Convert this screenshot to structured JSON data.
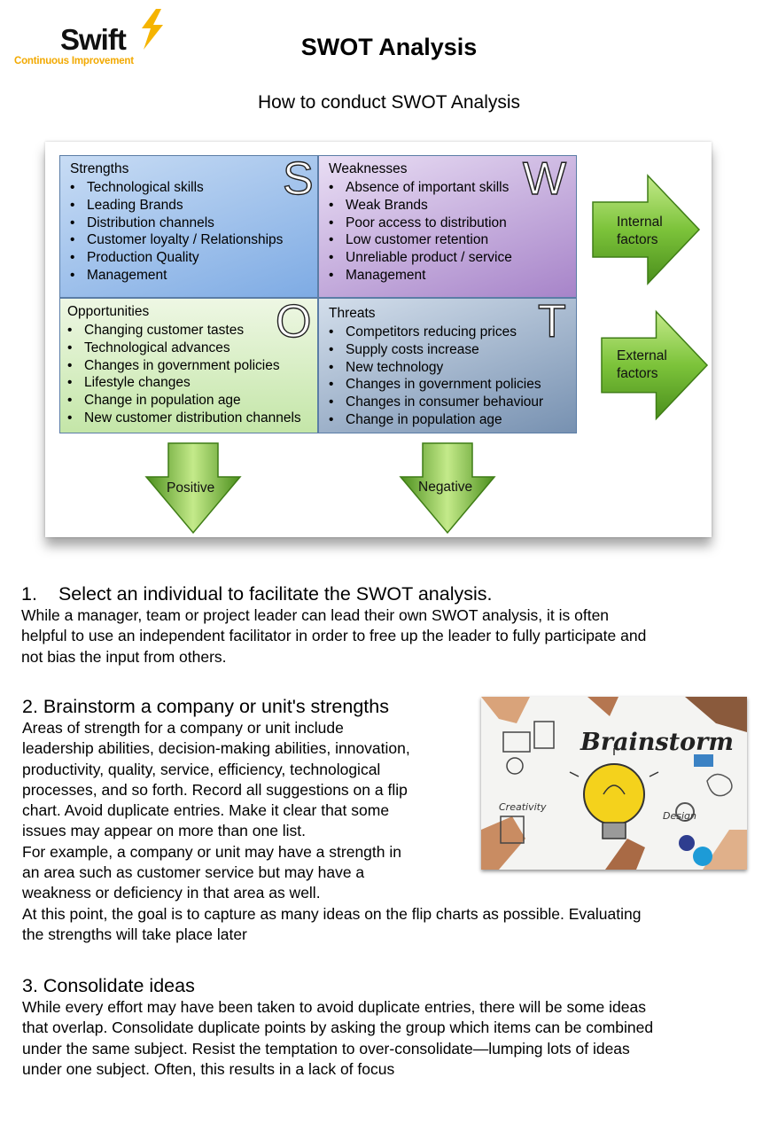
{
  "logo": {
    "brand": "Swift",
    "tagline": "Continuous Improvement"
  },
  "title": "SWOT Analysis",
  "subtitle": "How to conduct SWOT Analysis",
  "swot": {
    "strengths": {
      "heading": "Strengths",
      "letter": "S",
      "items": [
        "Technological skills",
        "Leading Brands",
        "Distribution channels",
        "Customer loyalty / Relationships",
        "Production Quality",
        "Management"
      ]
    },
    "weaknesses": {
      "heading": "Weaknesses",
      "letter": "W",
      "items": [
        "Absence of important skills",
        "Weak Brands",
        "Poor access to distribution",
        "Low customer retention",
        "Unreliable product / service",
        "Management"
      ]
    },
    "opportunities": {
      "heading": "Opportunities",
      "letter": "O",
      "items": [
        "Changing customer tastes",
        "Technological advances",
        "Changes in government policies",
        "Lifestyle changes",
        "Change in population age",
        "New customer distribution channels"
      ]
    },
    "threats": {
      "heading": "Threats",
      "letter": "T",
      "items": [
        "Competitors reducing prices",
        "Supply costs increase",
        "New technology",
        "Changes in government policies",
        "Changes in consumer behaviour",
        "Change in population age"
      ]
    },
    "arrows": {
      "internal": [
        "Internal",
        "factors"
      ],
      "external": [
        "External",
        "factors"
      ],
      "positive": "Positive",
      "negative": "Negative"
    },
    "colors": {
      "arrow_green": "#5aa321",
      "arrow_light": "#b7e07a",
      "border": "#5b7da6"
    }
  },
  "sections": [
    {
      "heading_number": "1.",
      "heading": "Select an individual to facilitate the SWOT analysis.",
      "lines": [
        "While a manager, team or project leader can lead their own SWOT analysis, it is often",
        "helpful to use an independent facilitator in order to free up the leader to fully participate and",
        "not bias the input from others."
      ]
    },
    {
      "heading": "2. Brainstorm a company or unit's strengths",
      "lines": [
        "Areas of strength for a company or unit include",
        "leadership abilities, decision-making abilities, innovation,",
        "productivity, quality, service, efficiency, technological",
        "processes, and so forth. Record all suggestions on a flip",
        "chart. Avoid duplicate entries. Make it clear that some",
        "issues may appear on more than one list.",
        "For example, a company or unit may have a strength in",
        "an area such as customer service but may have a",
        "weakness or deficiency in that area as well.",
        "At this point, the goal is to capture as many ideas on the flip charts as possible. Evaluating",
        "the strengths will take place later"
      ],
      "image_word": "Brainstorm",
      "image_words_small": [
        "Creativity",
        "Design"
      ]
    },
    {
      "heading": "3. Consolidate ideas",
      "lines": [
        "While every effort may have been taken to avoid duplicate entries, there will be some ideas",
        "that overlap. Consolidate duplicate points by asking the group which items can be combined",
        "under the same subject. Resist the temptation to over-consolidate—lumping lots of ideas",
        "under one subject. Often, this results in a lack of focus"
      ]
    }
  ]
}
